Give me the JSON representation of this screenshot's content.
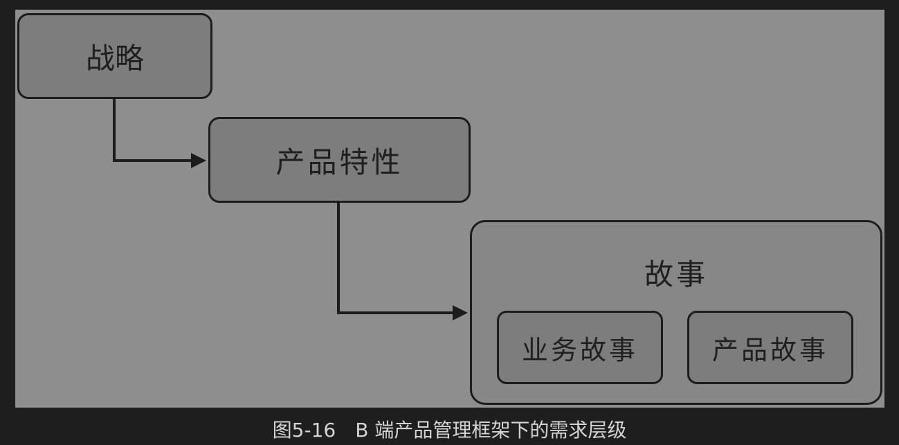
{
  "diagram": {
    "nodes": {
      "strategy": "战略",
      "product_feature": "产品特性",
      "story": "故事",
      "business_story": "业务故事",
      "product_story": "产品故事"
    },
    "edges": [
      {
        "from": "战略",
        "to": "产品特性"
      },
      {
        "from": "产品特性",
        "to": "故事"
      }
    ],
    "colors": {
      "canvas": "#8e8e8e",
      "box_fill": "#7d7d7d",
      "border": "#1c1c1c",
      "page_background": "#1e1e1e"
    }
  },
  "caption": "图5-16　B 端产品管理框架下的需求层级"
}
